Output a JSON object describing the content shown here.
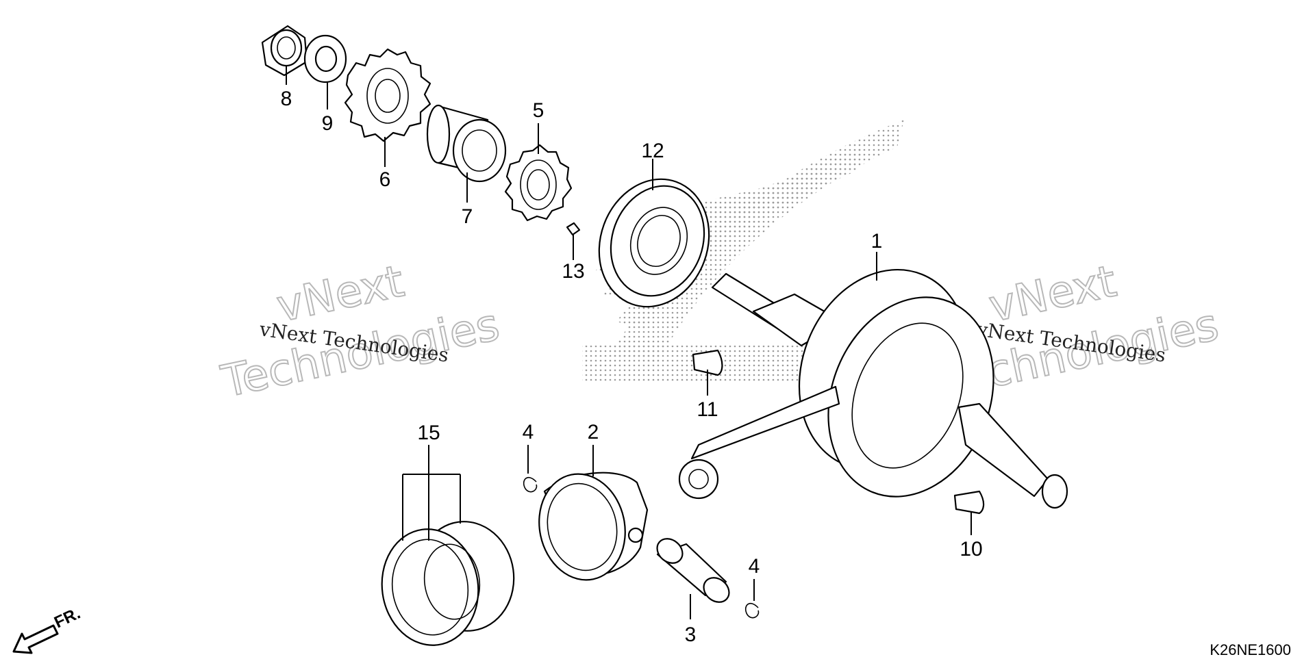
{
  "diagram": {
    "callouts": [
      {
        "id": "c1",
        "label": "1"
      },
      {
        "id": "c2",
        "label": "2"
      },
      {
        "id": "c3",
        "label": "3"
      },
      {
        "id": "c4a",
        "label": "4"
      },
      {
        "id": "c4b",
        "label": "4"
      },
      {
        "id": "c5",
        "label": "5"
      },
      {
        "id": "c6",
        "label": "6"
      },
      {
        "id": "c7",
        "label": "7"
      },
      {
        "id": "c8",
        "label": "8"
      },
      {
        "id": "c9",
        "label": "9"
      },
      {
        "id": "c10",
        "label": "10"
      },
      {
        "id": "c11",
        "label": "11"
      },
      {
        "id": "c12",
        "label": "12"
      },
      {
        "id": "c13",
        "label": "13"
      },
      {
        "id": "c15",
        "label": "15"
      }
    ],
    "watermark": {
      "line1": "vNext",
      "line2": "Technologies",
      "caption": "vNext Technologies"
    },
    "direction_label": "FR.",
    "diagram_code": "K26NE1600",
    "colors": {
      "ink": "#000000",
      "watermark_outline": "#b8b8b8",
      "logo_dots": "#9a9a9a"
    }
  }
}
